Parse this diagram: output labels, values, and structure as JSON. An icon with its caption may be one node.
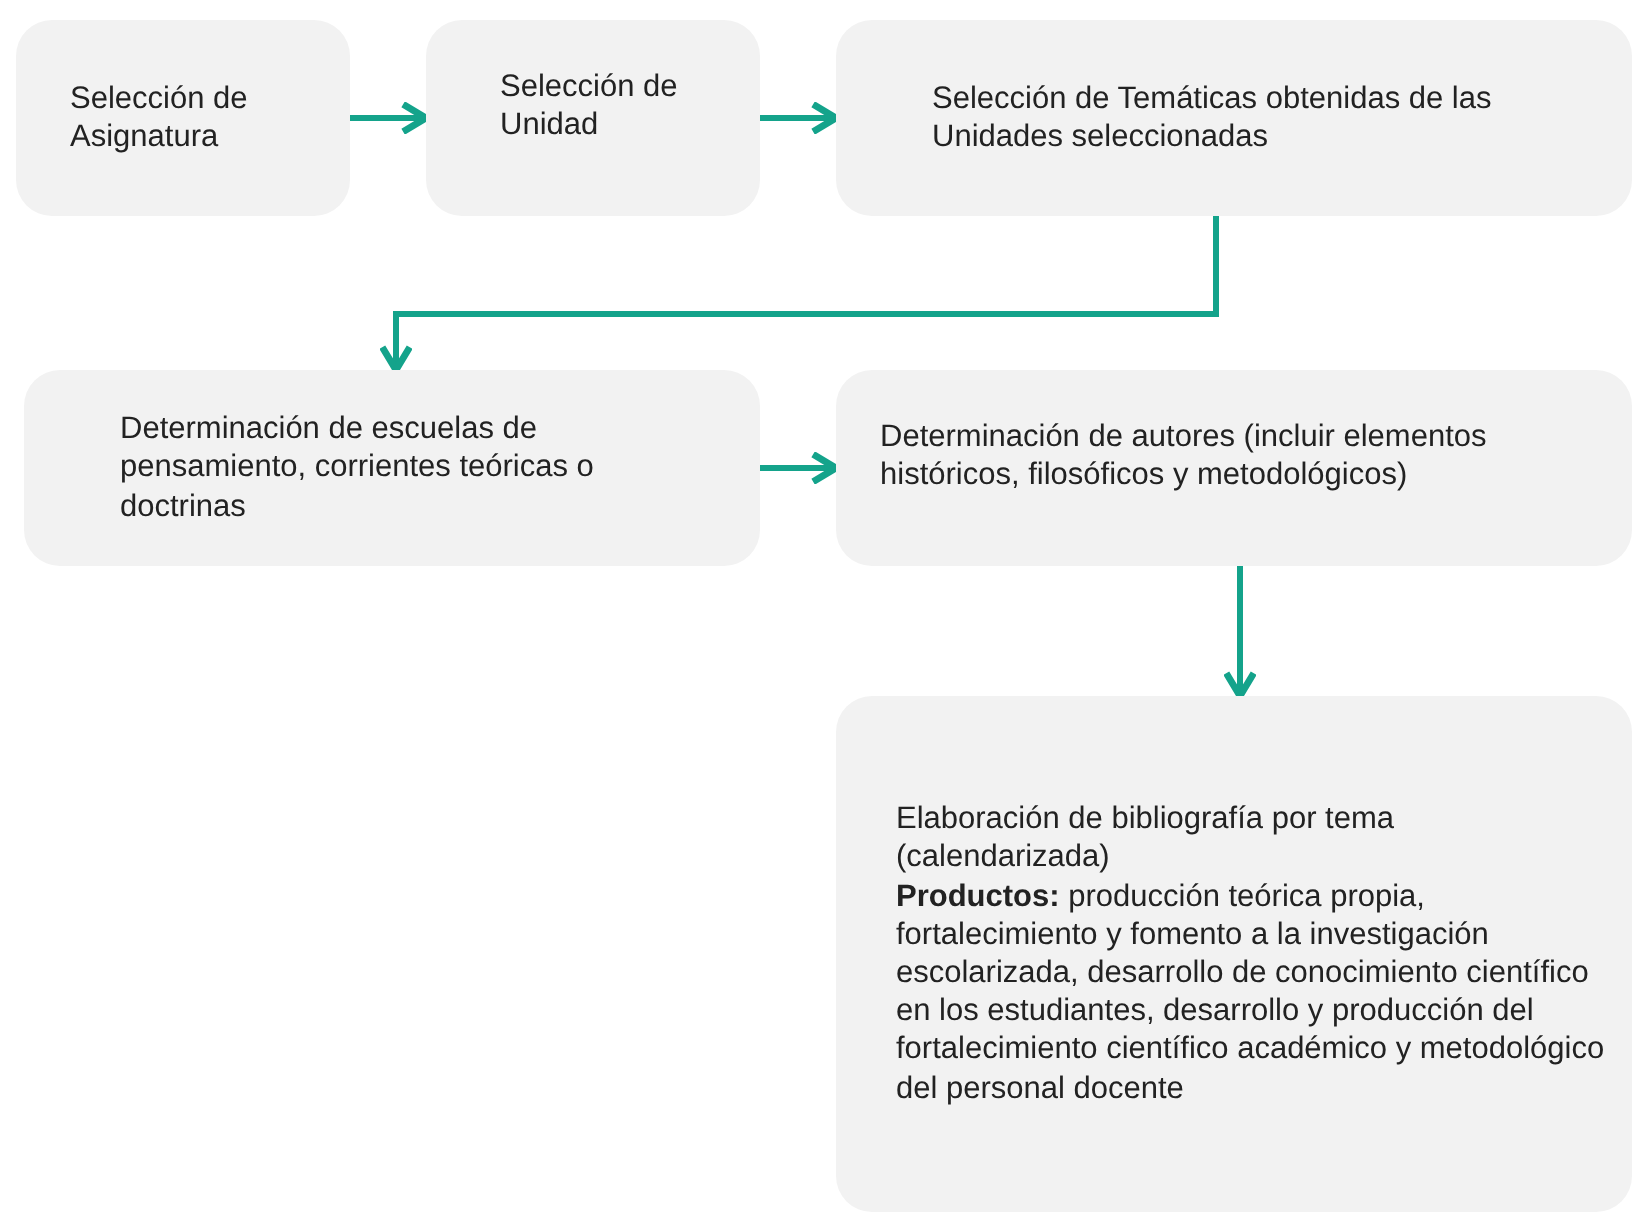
{
  "diagram": {
    "nodes": [
      {
        "text": [
          "Selección de Asignatura"
        ]
      },
      {
        "text": [
          "Selección de Unidad"
        ]
      },
      {
        "text": [
          "Selección de Temáticas obtenidas de las Unidades seleccionadas"
        ]
      },
      {
        "text": [
          "Determinación de escuelas de pensamiento, corrientes teóricas o doctrinas"
        ]
      },
      {
        "text": [
          "Determinación de autores (incluir elementos históricos, filosóficos y metodológicos)"
        ]
      },
      {
        "text": [
          "Elaboración de bibliografía por tema (calendarizada)",
          "**Productos:** producción teórica propia, fortalecimiento y fomento a la investigación escolarizada, desarrollo de conocimiento científico en los estudiantes, desarrollo y producción del fortalecimiento científico académico y metodológico del personal docente"
        ]
      }
    ],
    "edges": [
      {
        "from": 0,
        "to": 1,
        "arrow": "to"
      },
      {
        "from": 1,
        "to": 2,
        "arrow": "to"
      },
      {
        "from": 2,
        "to": 3,
        "arrow": "to"
      },
      {
        "from": 3,
        "to": 4,
        "arrow": "to"
      },
      {
        "from": 4,
        "to": 5,
        "arrow": "to"
      }
    ]
  }
}
